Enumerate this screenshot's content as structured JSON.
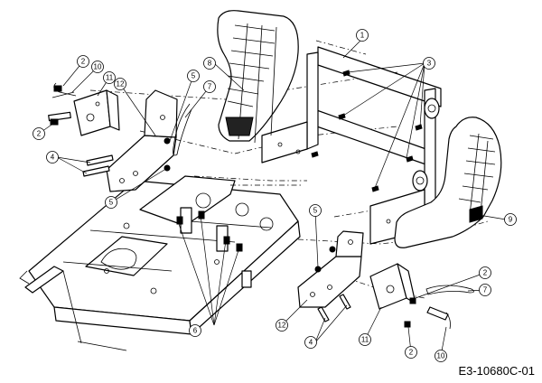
{
  "diagram": {
    "reference_code": "E3-10680C-01",
    "callouts": [
      {
        "id": "c1",
        "number": "1"
      },
      {
        "id": "c2a",
        "number": "2"
      },
      {
        "id": "c2b",
        "number": "2"
      },
      {
        "id": "c2c",
        "number": "2"
      },
      {
        "id": "c2d",
        "number": "2"
      },
      {
        "id": "c3",
        "number": "3"
      },
      {
        "id": "c4a",
        "number": "4"
      },
      {
        "id": "c4b",
        "number": "4"
      },
      {
        "id": "c5a",
        "number": "5"
      },
      {
        "id": "c5b",
        "number": "5"
      },
      {
        "id": "c5c",
        "number": "5"
      },
      {
        "id": "c6",
        "number": "6"
      },
      {
        "id": "c7a",
        "number": "7"
      },
      {
        "id": "c7b",
        "number": "7"
      },
      {
        "id": "c8",
        "number": "8"
      },
      {
        "id": "c9",
        "number": "9"
      },
      {
        "id": "c10a",
        "number": "10"
      },
      {
        "id": "c10b",
        "number": "10"
      },
      {
        "id": "c11a",
        "number": "11"
      },
      {
        "id": "c11b",
        "number": "11"
      },
      {
        "id": "c12a",
        "number": "12"
      },
      {
        "id": "c12b",
        "number": "12"
      }
    ]
  }
}
